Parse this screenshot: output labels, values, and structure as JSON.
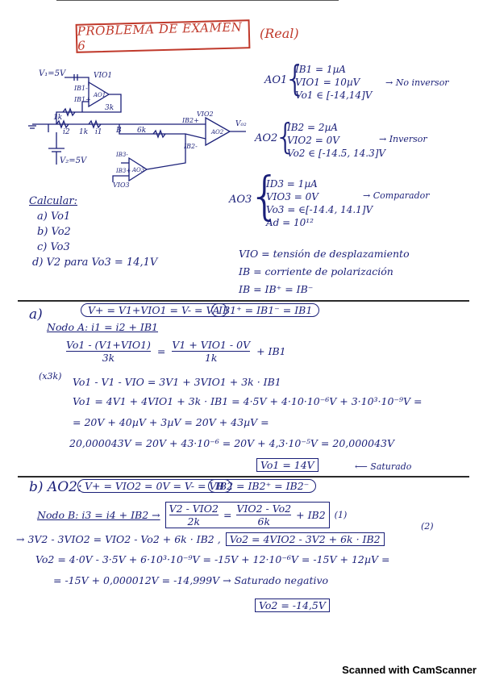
{
  "title": "PROBLEMA DE EXAMEN 6",
  "title_note": "(Real)",
  "circuit": {
    "v1": "V₁=5V",
    "vio1": "VIO1",
    "ib1m": "IB1-",
    "ib1p": "IB1+",
    "ao1": "AO1",
    "r1": "1k",
    "r2": "1k",
    "r3": "3k",
    "i2": "i2",
    "i1": "i1",
    "nodeB": "B",
    "r6": "6k",
    "vio2": "VIO2",
    "ib2p": "IB2+",
    "ib2m": "IB2-",
    "ao2": "AO2",
    "v2out": "V₀₂",
    "v2": "V₂=5V",
    "ib3p": "IB3-",
    "ib3m": "IB3+",
    "ao3": "AO3",
    "vio3": "VIO3"
  },
  "specs": {
    "ao1": {
      "label": "AO1",
      "lines": [
        "IB1 = 1µA",
        "VIO1 = 10µV",
        "Vo1 ∈ [-14,14]V"
      ],
      "note": "→ No inversor"
    },
    "ao2": {
      "label": "AO2",
      "lines": [
        "IB2 = 2µA",
        "VIO2 = 0V",
        "Vo2 ∈ [-14.5, 14.3]V"
      ],
      "note": "→ Inversor"
    },
    "ao3": {
      "label": "AO3",
      "lines": [
        "ID3 = 1µA",
        "VIO3 = 0V",
        "Vo3 = ∈[-14.4, 14.1]V",
        "Ad = 10¹²"
      ],
      "note": "→ Comparador"
    }
  },
  "calcular": {
    "heading": "Calcular:",
    "items": [
      "a) Vo1",
      "b) Vo2",
      "c) Vo3",
      "d) V2  para  Vo3 = 14,1V"
    ]
  },
  "definitions": [
    "VIO = tensión de desplazamiento",
    "IB = corriente de polarización",
    "IB = IB⁺ = IB⁻"
  ],
  "part_a": {
    "label": "a)",
    "pill1": "V+ = V1+VIO1 = V- = VA",
    "pill2": "IB1⁺ = IB1⁻ = IB1",
    "node": "Nodo A: i1 = i2 + IB1",
    "eq1_left_num": "Vo1 - (V1+VIO1)",
    "eq1_left_den": "3k",
    "eq1_right_num": "V1 + VIO1 - 0V",
    "eq1_right_den": "1k",
    "eq1_tail": "+ IB1",
    "x3k": "(x3k)",
    "eq2": "Vo1 - V1 - VIO = 3V1 + 3VIO1 + 3k · IB1",
    "eq3": "Vo1 = 4V1 + 4VIO1 + 3k · IB1 = 4·5V + 4·10·10⁻⁶V + 3·10³·10⁻⁹V =",
    "eq4": "= 20V + 40µV + 3µV = 20V + 43µV =",
    "eq5": "20,000043V = 20V + 43·10⁻⁶ = 20V + 4,3·10⁻⁵V = 20,000043V",
    "result": "Vo1 = 14V",
    "result_note": "Saturado"
  },
  "part_b": {
    "label": "b) AO2:",
    "pill1": "V+ = VIO2 = 0V = V- = VB",
    "pill2": "IB2 = IB2⁺ = IB2⁻",
    "node": "Nodo B: i3 = i4 + IB2 →",
    "eq1_box_left_num": "V2 - VIO2",
    "eq1_box_left_den": "2k",
    "eq1_box_right_num": "VIO2 - Vo2",
    "eq1_box_right_den": "6k",
    "eq1_tail": "+ IB2",
    "tag1": "(1)",
    "tag2": "(2)",
    "eq2_left": "→ 3V2 - 3VIO2 = VIO2 - Vo2 + 6k · IB2 ,",
    "eq2_box": "Vo2 = 4VIO2 - 3V2 + 6k · IB2",
    "eq3": "Vo2 = 4·0V - 3·5V + 6·10³·10⁻⁹V = -15V + 12·10⁻⁶V = -15V + 12µV =",
    "eq4": "= -15V + 0,000012V = -14,999V → Saturado negativo",
    "result": "Vo2 = -14,5V"
  },
  "footer": "Scanned with CamScanner"
}
